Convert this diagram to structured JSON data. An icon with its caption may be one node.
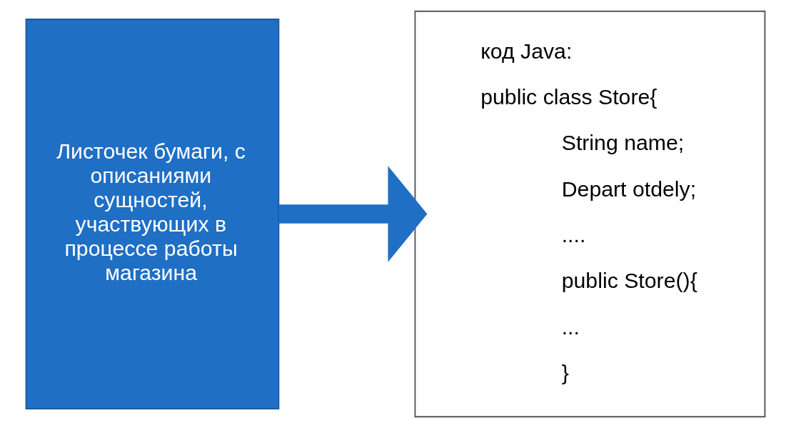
{
  "diagram": {
    "nodes": [
      {
        "text": [
          "Листочек бумаги, с описаниями сущностей, участвующих в процессе работы магазина"
        ]
      },
      {
        "text": [
          "код Java:",
          "public class Store{",
          "String name;",
          "Depart otdely;",
          "....",
          "public Store(){",
          "...",
          "}"
        ]
      }
    ],
    "edges": [
      {
        "from": 0,
        "to": 1,
        "arrow": "to"
      }
    ]
  }
}
